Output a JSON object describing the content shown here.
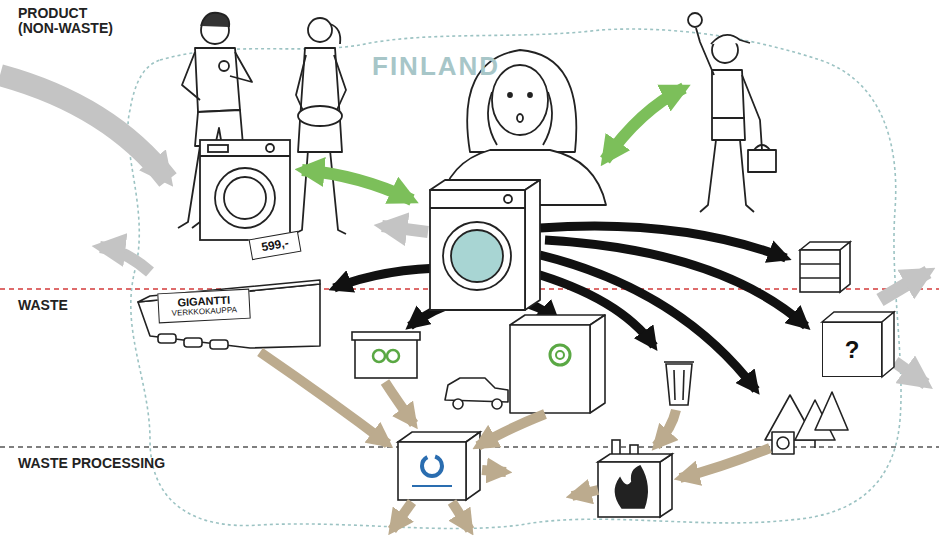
{
  "diagram": {
    "nodes": [
      {
        "text": [
          "599,-"
        ]
      },
      {
        "text": [
          "GIGANTTI",
          "VERKKOKAUPPA"
        ]
      },
      {
        "text": [
          "?"
        ]
      }
    ],
    "labels": [
      "PRODUCT (NON-WASTE)",
      "FINLAND",
      "WASTE",
      "WASTE PROCESSING"
    ]
  }
}
